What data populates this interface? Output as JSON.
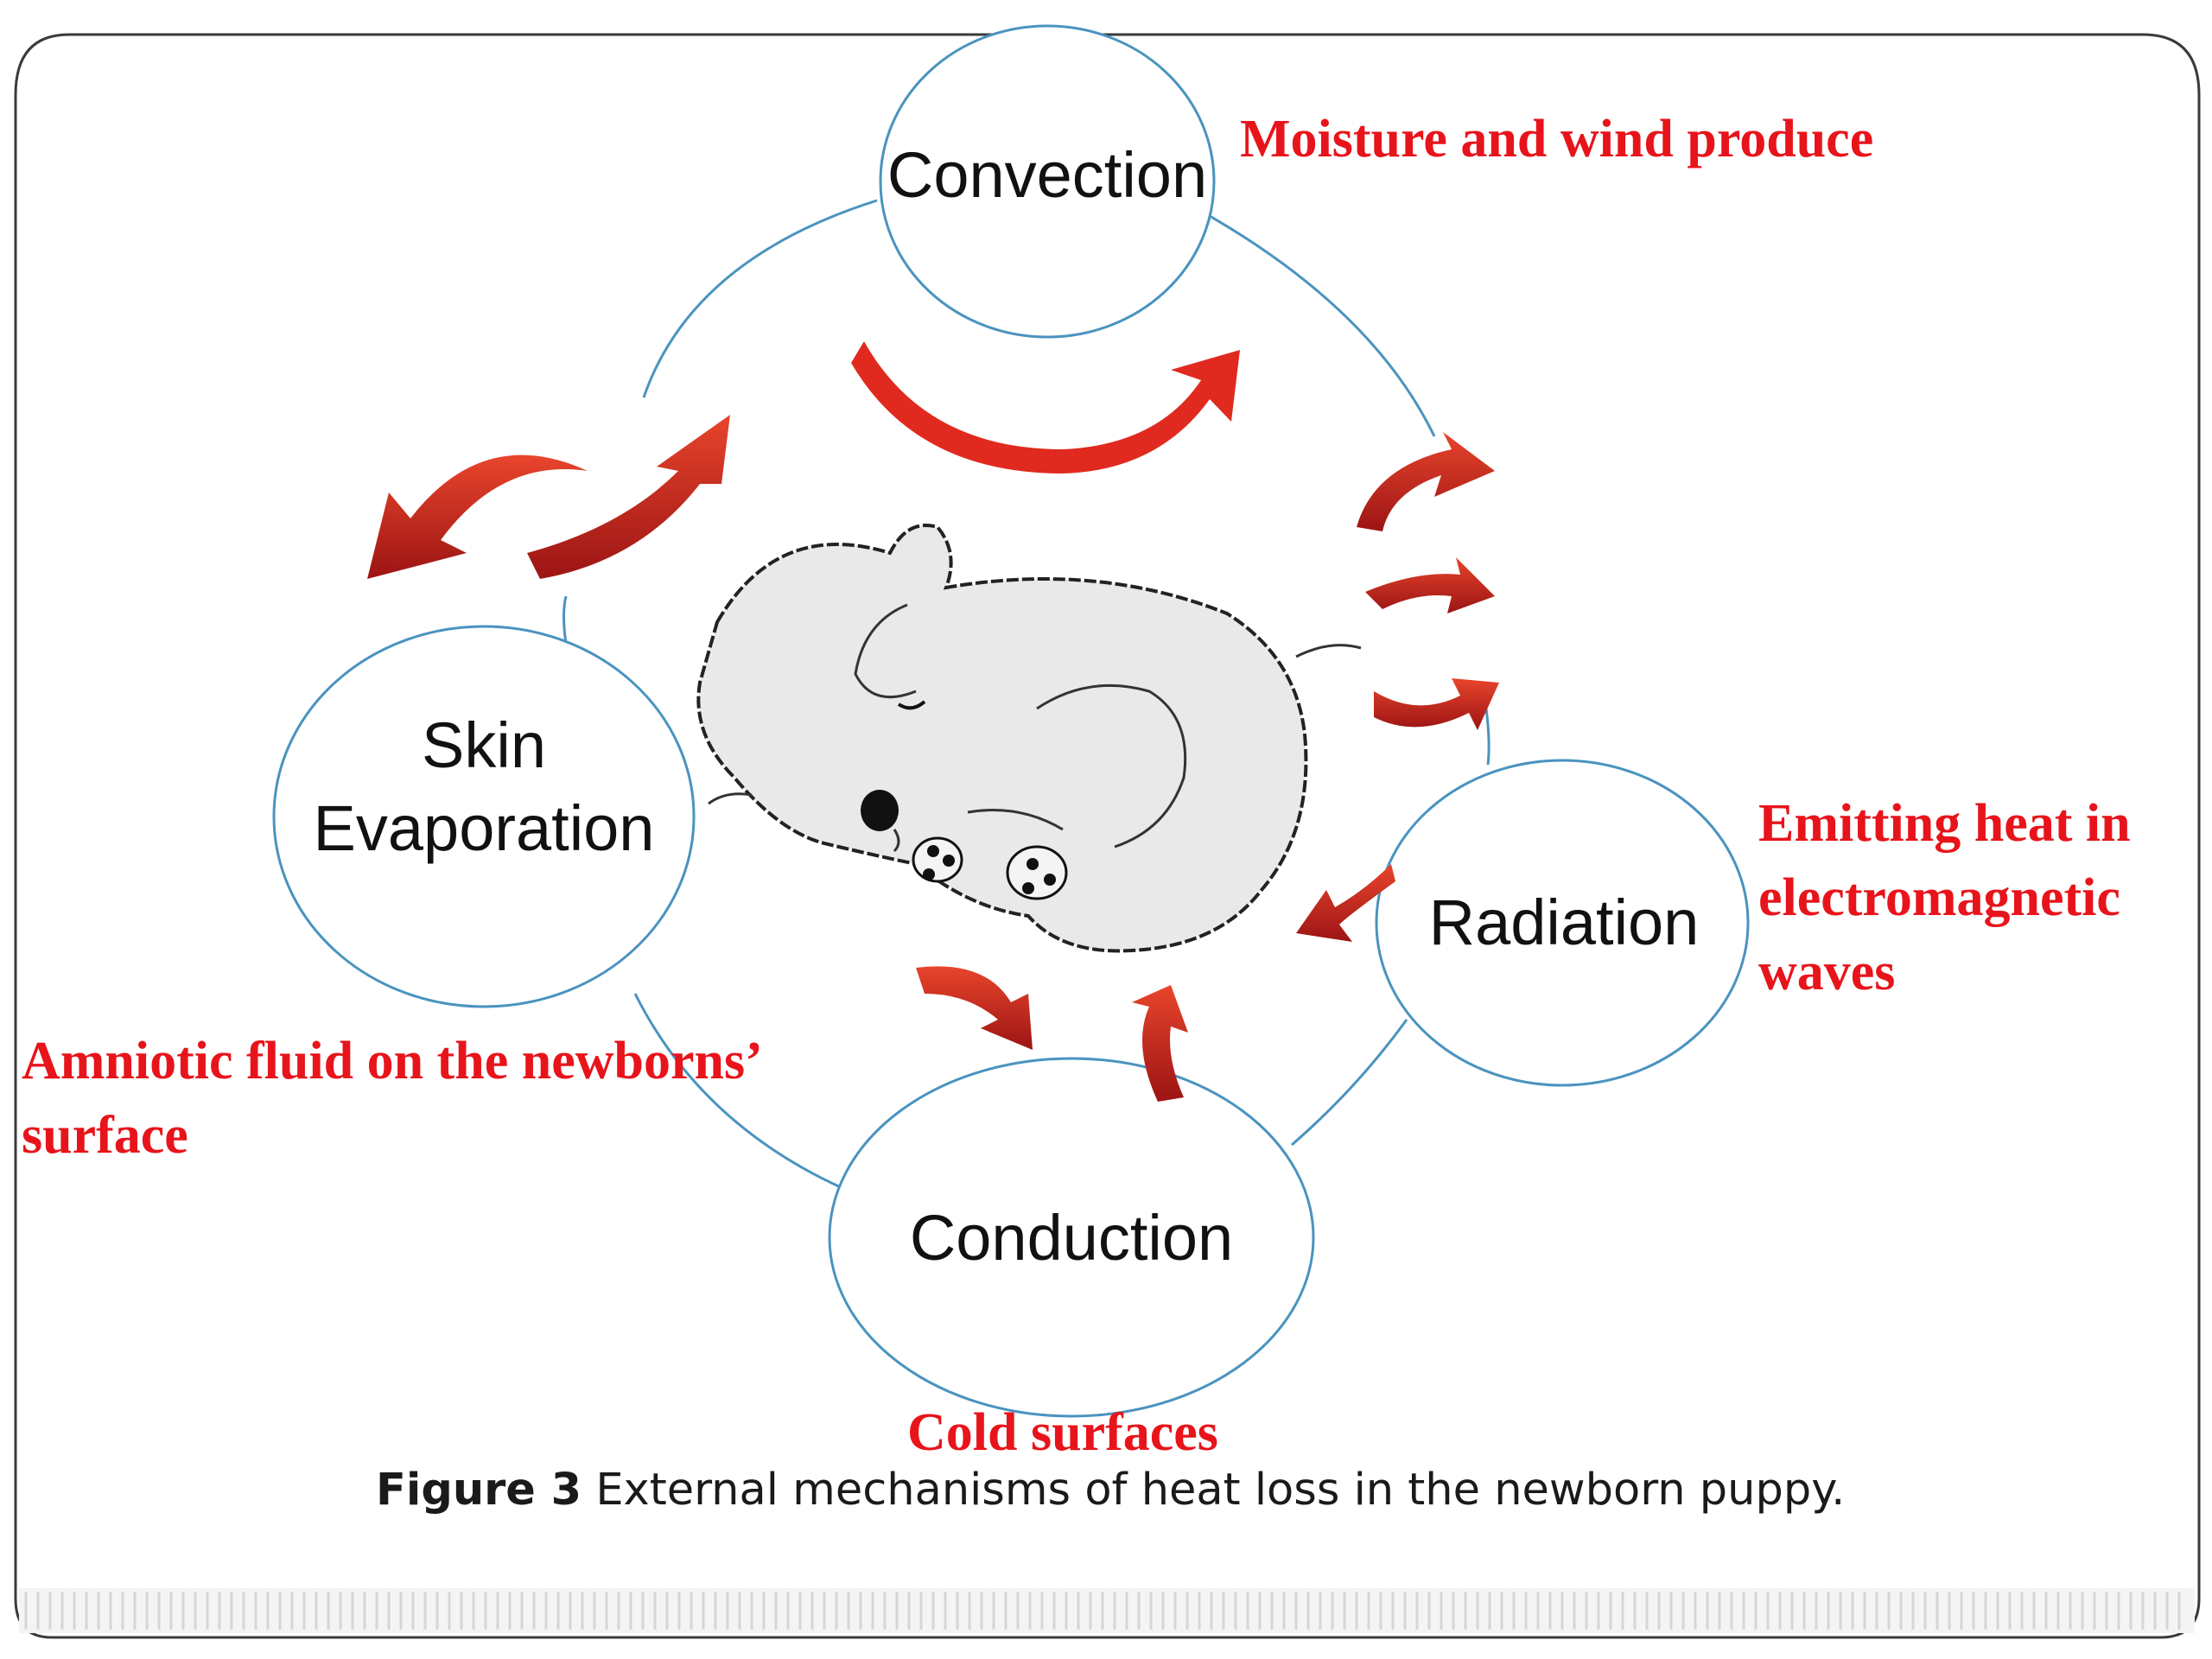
{
  "diagram": {
    "nodes": {
      "convection": "Convection",
      "radiation": "Radiation",
      "conduction": "Conduction",
      "skin_evaporation_line1": "Skin",
      "skin_evaporation_line2": "Evaporation"
    },
    "annotations": {
      "convection": "Moisture and wind produce",
      "radiation_line1": "Emitting heat in",
      "radiation_line2": "electromagnetic",
      "radiation_line3": "waves",
      "evaporation_line1": "Amniotic fluid on the newborns’",
      "evaporation_line2": "surface",
      "conduction": "Cold surfaces"
    },
    "caption": {
      "label": "Figure 3",
      "text": " External mechanisms of heat loss in the newborn puppy."
    }
  },
  "colors": {
    "node_stroke": "#4a93bf",
    "annotation_text": "#e8141b",
    "arrow_fill": "#d42a22",
    "arrow_dark": "#9c1414"
  },
  "icons": [
    "sleeping-puppy-illustration",
    "curved-arrow-icon"
  ]
}
